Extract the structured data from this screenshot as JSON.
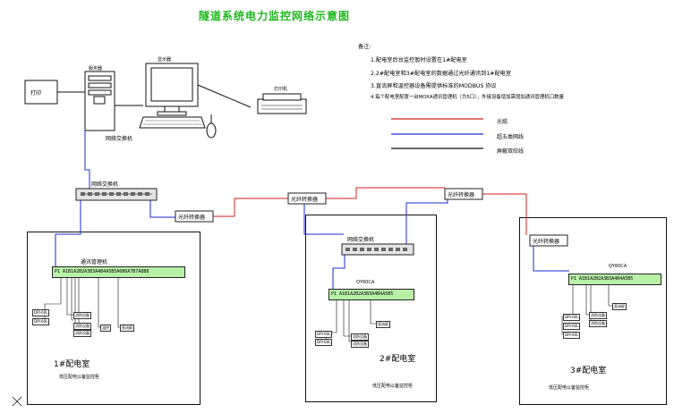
{
  "title": "隧道系统电力监控网络示意图",
  "notes": {
    "heading": "备注:",
    "items": [
      "1.配电室后台监控暂时设置在1#配电室",
      "2.2#配电室和3#配电室的数据通过光纤通讯到1#配电室",
      "3.直流屏和温控器设备需提供标准的MODBUS 协议",
      "4.每个配电室配置一台MOXA通讯管理机（为5口），外接设备增加需增加通讯管理机口数量"
    ]
  },
  "legend": [
    {
      "label": "光缆",
      "color": "#d42020"
    },
    {
      "label": "超五类网线",
      "color": "#1a2bd0"
    },
    {
      "label": "屏蔽双绞线",
      "color": "#111111"
    }
  ],
  "devices": {
    "printer_small": "打印",
    "server_label": "服务器",
    "monitor_label": "显示器",
    "printer_label": "打印机",
    "switch_top_label": "网络交换机",
    "switch_main_label": "网络交换机",
    "fiber1": "光纤转换器",
    "fiber2": "光纤转换器",
    "fiber3": "光纤转换器",
    "fiber4": "光纤转换器"
  },
  "rooms": [
    {
      "name": "1#配电室",
      "sub": "低压配电以备监控柜",
      "comm_label": "通讯管理机",
      "bar": "P1 A1B1A2B2A3B3A4B4A5B5A6B6A7B7A8B8",
      "devs": [
        "DPI-60L",
        "DPI-60L",
        "消防设备",
        "消防设备",
        "消防设备",
        "温控",
        "直流屏"
      ]
    },
    {
      "name": "2#配电室",
      "sub": "低压配电以备监控柜",
      "switch_label": "网络交换机",
      "comm_label": "QY60CA",
      "bar": "P1 A1B1A2B2A3B3A4B4A5B5",
      "devs": [
        "DPI-60L",
        "DPI-60L",
        "消防设备",
        "消防设备",
        "直流屏"
      ]
    },
    {
      "name": "3#配电室",
      "sub": "低压配电以备监控柜",
      "comm_label": "QY60CA",
      "bar": "P1 A1B1A2B2A3B3A4B4A5B5",
      "devs": [
        "DPI-60L",
        "DPI-60L",
        "DPI-60L",
        "消防设备",
        "消防设备",
        "直流屏"
      ]
    }
  ]
}
